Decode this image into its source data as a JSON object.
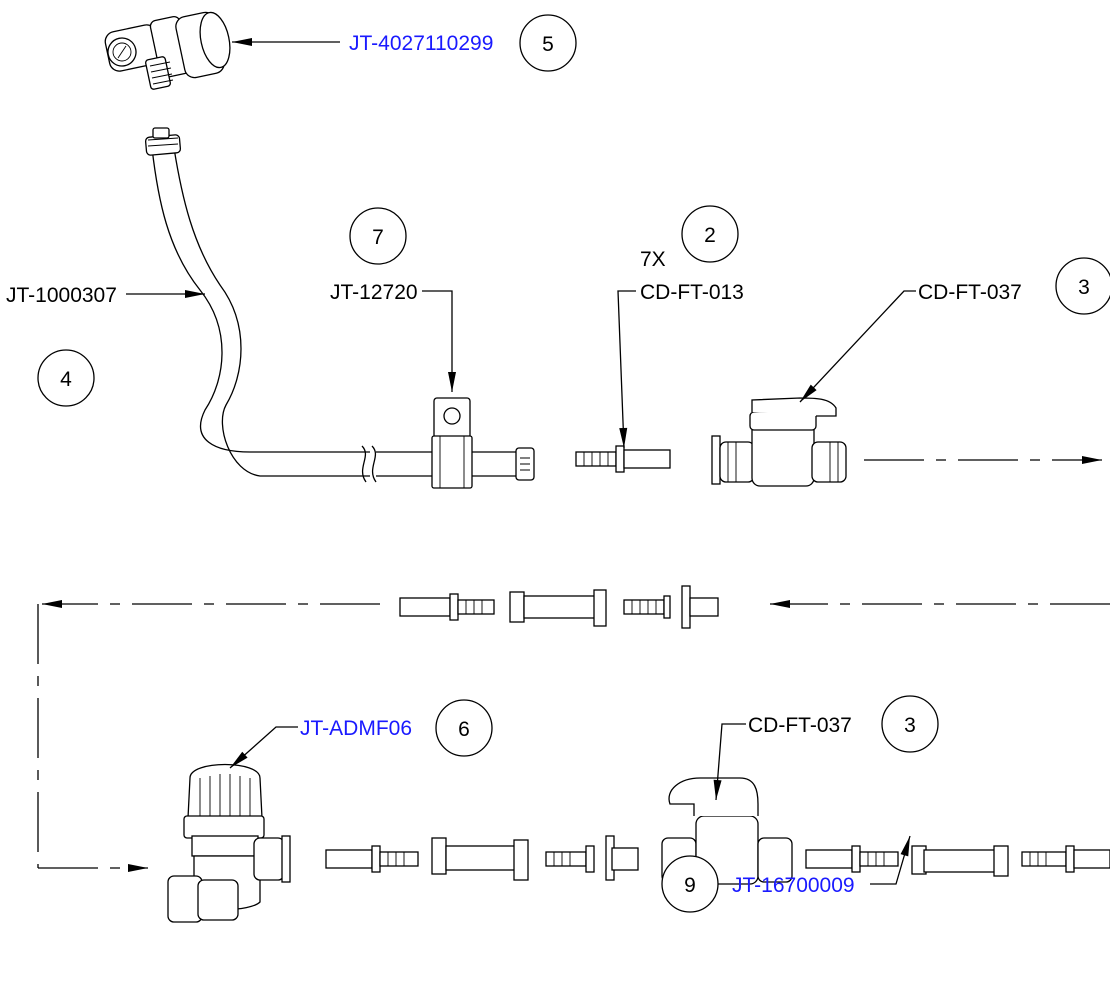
{
  "callouts": {
    "c5": {
      "part": "JT-4027110299",
      "item": "5"
    },
    "c4": {
      "part": "JT-1000307",
      "item": "4"
    },
    "c7": {
      "part": "JT-12720",
      "item": "7"
    },
    "c2": {
      "part": "CD-FT-013",
      "item": "2",
      "qty": "7X"
    },
    "c3a": {
      "part": "CD-FT-037",
      "item": "3"
    },
    "c6": {
      "part": "JT-ADMF06",
      "item": "6"
    },
    "c3b": {
      "part": "CD-FT-037",
      "item": "3"
    },
    "c9": {
      "part": "JT-16700009",
      "item": "9"
    }
  },
  "colors": {
    "link_blue": "#1a1aff",
    "line": "#000000"
  }
}
